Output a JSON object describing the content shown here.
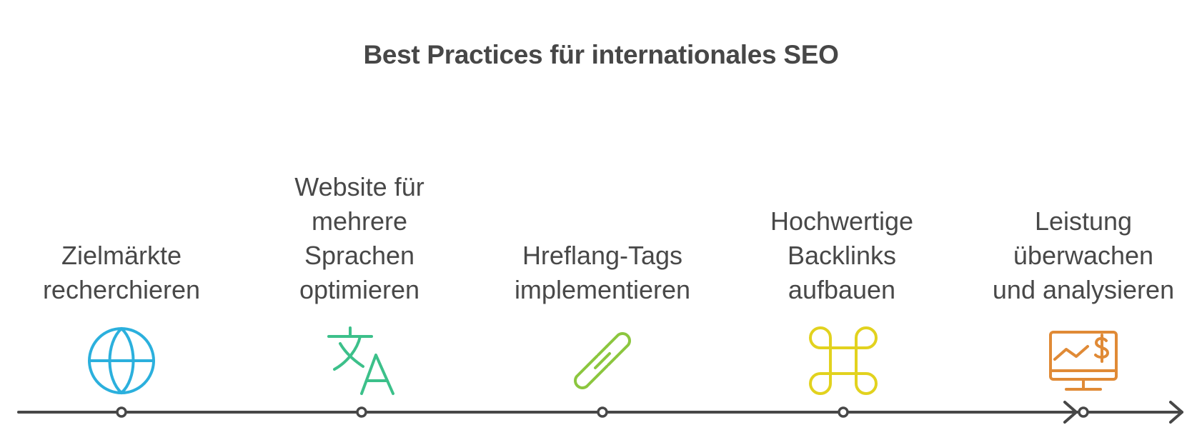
{
  "title": "Best Practices für internationales SEO",
  "steps": [
    {
      "lines": [
        "Zielmärkte",
        "recherchieren"
      ],
      "icon": "globe-icon",
      "color": "#2BB0DD"
    },
    {
      "lines": [
        "Website für",
        "mehrere",
        "Sprachen",
        "optimieren"
      ],
      "icon": "translate-icon",
      "color": "#3CC08A"
    },
    {
      "lines": [
        "Hreflang-Tags",
        "implementieren"
      ],
      "icon": "link-icon",
      "color": "#8CC63F"
    },
    {
      "lines": [
        "Hochwertige",
        "Backlinks",
        "aufbauen"
      ],
      "icon": "command-icon",
      "color": "#E2D21E"
    },
    {
      "lines": [
        "Leistung",
        "überwachen",
        "und analysieren"
      ],
      "icon": "monitor-chart-icon",
      "color": "#E08A36"
    }
  ],
  "colors": {
    "line": "#474747"
  }
}
